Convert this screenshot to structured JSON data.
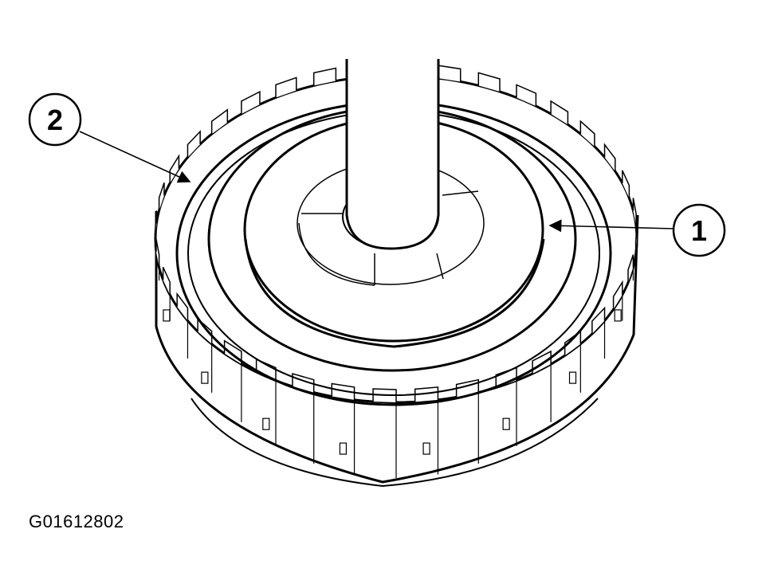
{
  "figure": {
    "code": "G01612802"
  },
  "callouts": [
    {
      "id": "1",
      "label": "1"
    },
    {
      "id": "2",
      "label": "2"
    }
  ],
  "colors": {
    "line": "#000000",
    "fill": "#ffffff"
  }
}
